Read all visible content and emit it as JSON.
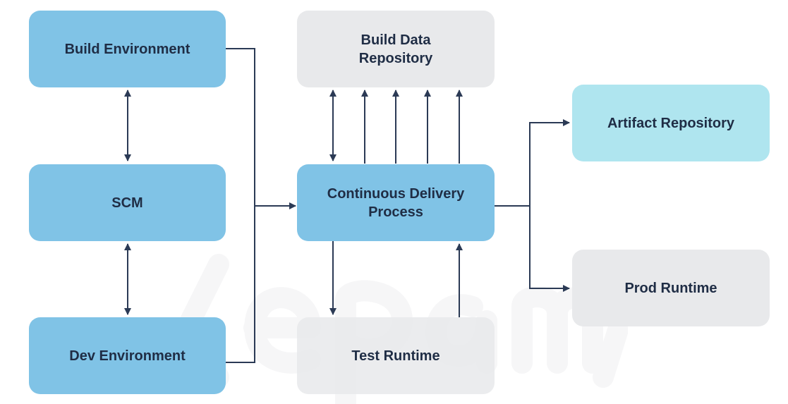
{
  "diagram": {
    "nodes": {
      "build_environment": "Build Environment",
      "scm": "SCM",
      "dev_environment": "Dev Environment",
      "build_data_repository_line1": "Build Data",
      "build_data_repository_line2": "Repository",
      "continuous_delivery_line1": "Continuous Delivery",
      "continuous_delivery_line2": "Process",
      "test_runtime": "Test Runtime",
      "artifact_repository": "Artifact Repository",
      "prod_runtime": "Prod Runtime"
    },
    "colors": {
      "primary_node": "#80c3e6",
      "secondary_node": "#e8e9eb",
      "artifact_node": "#afe5ef",
      "connector": "#2b3a55",
      "text": "#1f2d45",
      "watermark": "#f6f6f7"
    },
    "watermark_icon": "epam-logo"
  }
}
